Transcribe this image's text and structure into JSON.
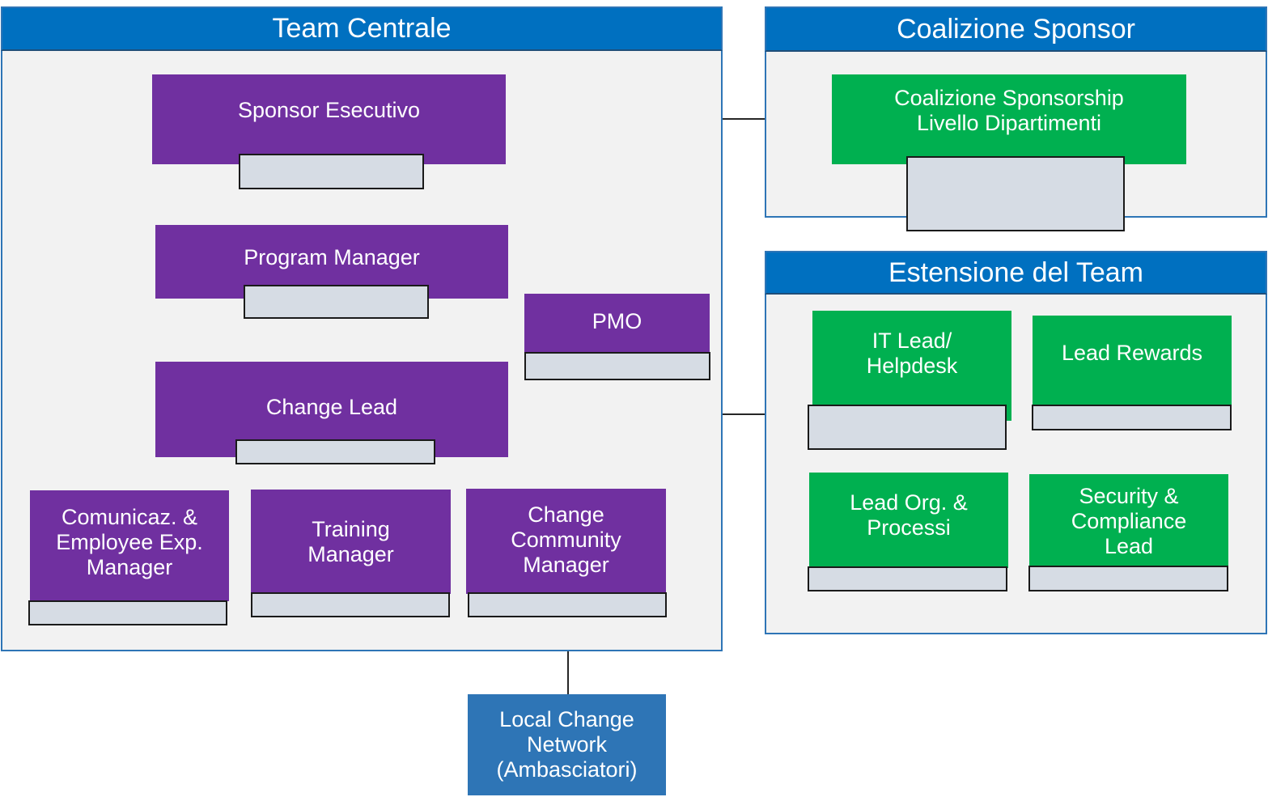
{
  "panels": {
    "team_centrale": {
      "title": "Team Centrale"
    },
    "coalizione_sponsor": {
      "title": "Coalizione Sponsor"
    },
    "estensione_team": {
      "title": "Estensione del Team"
    }
  },
  "roles": {
    "sponsor_esecutivo": "Sponsor Esecutivo",
    "program_manager": "Program Manager",
    "pmo": "PMO",
    "change_lead": "Change Lead",
    "comunicaz": [
      "Comunicaz. &",
      "Employee Exp.",
      "Manager"
    ],
    "training": [
      "Training",
      "Manager"
    ],
    "community": [
      "Change",
      "Community",
      "Manager"
    ],
    "local_network": [
      "Local Change",
      "Network",
      "(Ambasciatori)"
    ],
    "coalizione_sponsorship": [
      "Coalizione Sponsorship",
      "Livello Dipartimenti"
    ],
    "it_lead": [
      "IT Lead/",
      "Helpdesk"
    ],
    "lead_rewards": "Lead Rewards",
    "lead_org": [
      "Lead Org. &",
      "Processi"
    ],
    "security": [
      "Security &",
      "Compliance",
      "Lead"
    ]
  },
  "colors": {
    "header_blue": "#0070c0",
    "core_role": "#7030a0",
    "extended_role": "#00b050",
    "network": "#2e75b6",
    "slot": "#d6dce4",
    "panel_bg": "#f2f2f2"
  }
}
